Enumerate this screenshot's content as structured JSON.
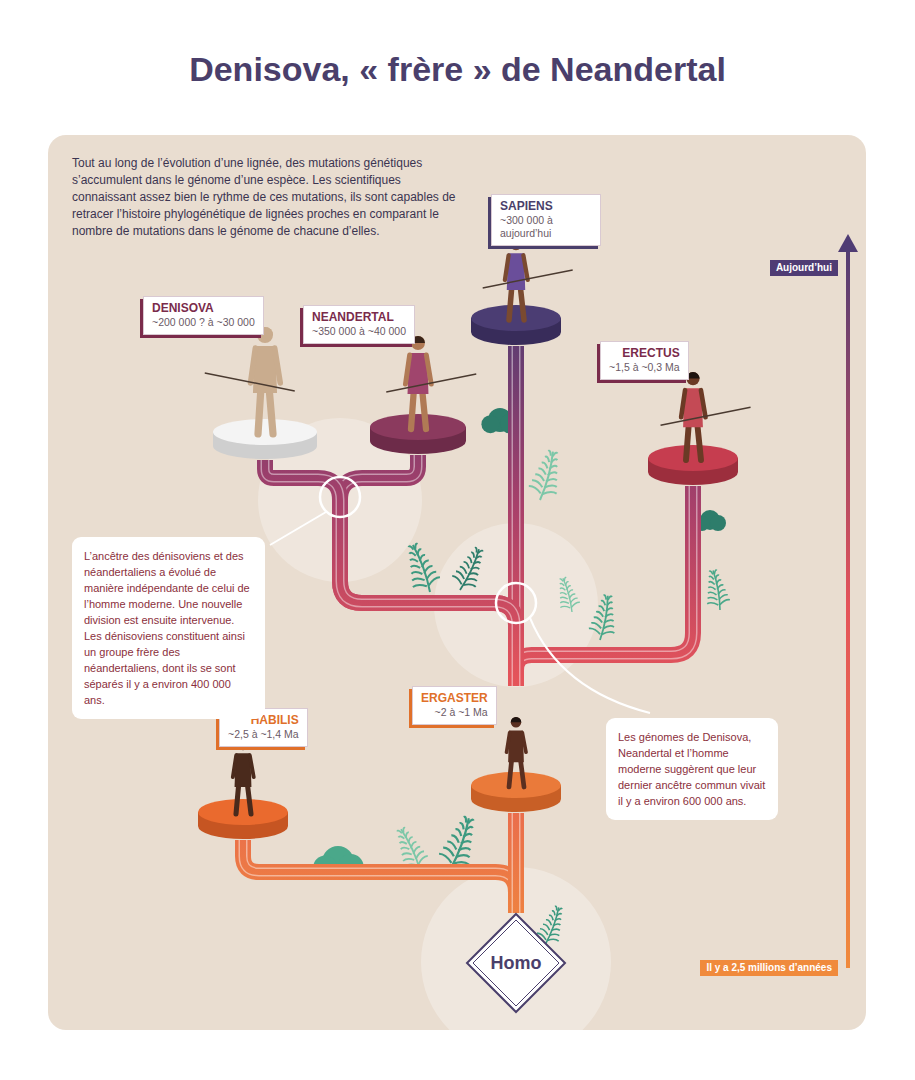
{
  "diagram": {
    "title": "Denisova, « frère » de Neandertal",
    "nodes": [
      {
        "text": [
          "SAPIENS",
          "~300 000 à aujourd’hui"
        ]
      },
      {
        "text": [
          "DENISOVA",
          "~200 000 ? à ~30 000"
        ]
      },
      {
        "text": [
          "NEANDERTAL",
          "~350 000 à ~40 000"
        ]
      },
      {
        "text": [
          "ERECTUS",
          "~1,5 à ~0,3 Ma"
        ]
      },
      {
        "text": [
          "Aujourd’hui"
        ]
      },
      {
        "text": [
          "L’ancêtre des dénisoviens et des néandertaliens a évolué de manière indépendante de celui de l’homme moderne. Une nouvelle division est ensuite intervenue. Les dénisoviens constituent ainsi un groupe frère des néandertaliens, dont ils se sont séparés il y a environ 400 000 ans."
        ]
      },
      {
        "text": [
          "Les génomes de Denisova, Neandertal et l’homme moderne suggèrent que leur dernier ancêtre commun vivait il y a environ 600 000 ans."
        ]
      },
      {
        "text": [
          "ERGASTER",
          "~2 à ~1 Ma"
        ]
      },
      {
        "text": [
          "HABILIS",
          "~2,5 à ~1,4 Ma"
        ]
      },
      {
        "text": [
          "Homo"
        ]
      },
      {
        "text": [
          "Il y a 2,5 millions d’années"
        ]
      }
    ],
    "edges": [
      {
        "from": 9,
        "to": 8,
        "arrow": "none"
      },
      {
        "from": 9,
        "to": 7,
        "arrow": "none"
      },
      {
        "from": 7,
        "to": 3,
        "arrow": "none"
      },
      {
        "from": 7,
        "to": 0,
        "arrow": "none"
      },
      {
        "from": 7,
        "to": 2,
        "arrow": "none"
      },
      {
        "from": 7,
        "to": 1,
        "arrow": "none"
      }
    ],
    "labels": [
      "Tout au long de l’évolution d’une lignée, des mutations génétiques s’accumulent dans le génome d’une espèce. Les scientifiques connaissant assez bien le rythme de ces mutations, ils sont capables de retracer l’histoire phylogénétique de lignées proches en comparant le nombre de mutations dans le génome de chacune d’elles."
    ]
  }
}
